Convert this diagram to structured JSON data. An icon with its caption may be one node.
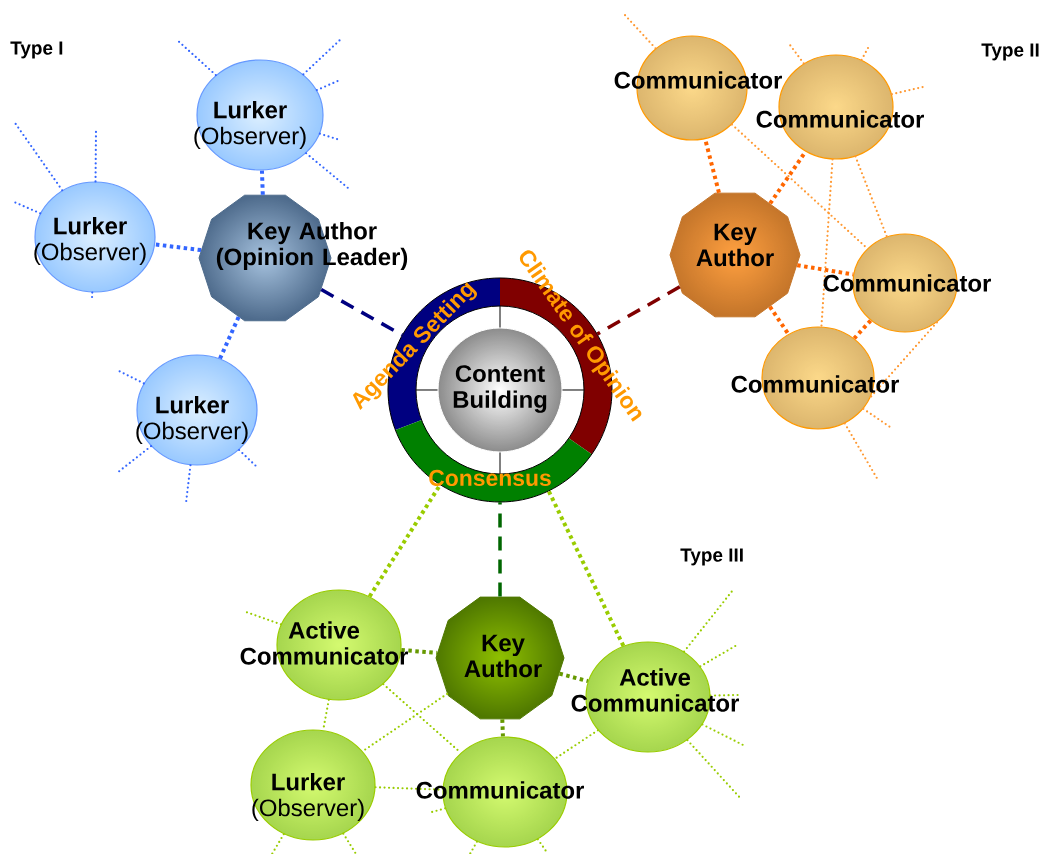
{
  "diagram": {
    "nodes": [
      {
        "text": [
          "Key Author (Opinion Leader)"
        ]
      },
      {
        "text": [
          "**Lurker** (Observer)"
        ]
      },
      {
        "text": [
          "**Lurker** (Observer)"
        ]
      },
      {
        "text": [
          "**Lurker** (Observer)"
        ]
      },
      {
        "text": [
          "Agenda Setting",
          "Climate of Opinion",
          "Consensus"
        ]
      },
      {
        "text": [
          "Content Building"
        ],
        "in": 4
      },
      {
        "text": [
          "Key Author"
        ]
      },
      {
        "text": [
          "Communicator"
        ]
      },
      {
        "text": [
          "Communicator"
        ]
      },
      {
        "text": [
          "Communicator"
        ]
      },
      {
        "text": [
          "Communicator"
        ]
      },
      {
        "text": [
          "Key Author"
        ]
      },
      {
        "text": [
          "Active Communicator"
        ]
      },
      {
        "text": [
          "Active Communicator"
        ]
      },
      {
        "text": [
          "**Lurker** (Observer)"
        ]
      },
      {
        "text": [
          "Communicator"
        ]
      }
    ],
    "edges": [
      {
        "from": 0,
        "to": 1,
        "arrow": "none",
        "style": "dashed",
        "color": "#3366ff"
      },
      {
        "from": 0,
        "to": 2,
        "arrow": "none",
        "style": "dashed",
        "color": "#3366ff"
      },
      {
        "from": 0,
        "to": 3,
        "arrow": "none",
        "style": "dashed",
        "color": "#3366ff"
      },
      {
        "from": 0,
        "to": 4,
        "arrow": "none",
        "style": "dashed",
        "color": "#000080"
      },
      {
        "from": 1,
        "to": null,
        "arrow": "none",
        "color": "#3366ff"
      },
      {
        "from": 1,
        "to": null,
        "arrow": "none",
        "color": "#3366ff"
      },
      {
        "from": 1,
        "to": null,
        "arrow": "none",
        "color": "#3366ff"
      },
      {
        "from": 1,
        "to": null,
        "arrow": "none",
        "color": "#3366ff"
      },
      {
        "from": 1,
        "to": null,
        "arrow": "none",
        "color": "#3366ff"
      },
      {
        "from": 2,
        "to": null,
        "arrow": "none",
        "color": "#3366ff"
      },
      {
        "from": 2,
        "to": null,
        "arrow": "none",
        "color": "#3366ff"
      },
      {
        "from": 2,
        "to": null,
        "arrow": "none",
        "color": "#3366ff"
      },
      {
        "from": 2,
        "to": null,
        "arrow": "none",
        "color": "#3366ff"
      },
      {
        "from": 3,
        "to": null,
        "arrow": "none",
        "color": "#3366ff"
      },
      {
        "from": 3,
        "to": null,
        "arrow": "none",
        "color": "#3366ff"
      },
      {
        "from": 3,
        "to": null,
        "arrow": "none",
        "color": "#3366ff"
      },
      {
        "from": 3,
        "to": null,
        "arrow": "none",
        "color": "#3366ff"
      },
      {
        "from": 6,
        "to": 4,
        "arrow": "none",
        "style": "dashed",
        "color": "#800000"
      },
      {
        "from": 6,
        "to": 7,
        "arrow": "none",
        "style": "dashed",
        "color": "#ff6600"
      },
      {
        "from": 6,
        "to": 8,
        "arrow": "none",
        "style": "dashed",
        "color": "#ff6600"
      },
      {
        "from": 6,
        "to": 9,
        "arrow": "none",
        "style": "dashed",
        "color": "#ff6600"
      },
      {
        "from": 6,
        "to": 10,
        "arrow": "none",
        "style": "dashed",
        "color": "#ff6600"
      },
      {
        "from": 9,
        "to": 10,
        "arrow": "none",
        "style": "dashed",
        "color": "#ff6600"
      },
      {
        "from": 7,
        "to": 9,
        "arrow": "none",
        "color": "#ff9933"
      },
      {
        "from": 8,
        "to": 9,
        "arrow": "none",
        "color": "#ff9933"
      },
      {
        "from": 8,
        "to": 10,
        "arrow": "none",
        "color": "#ff9933"
      },
      {
        "from": 9,
        "to": 10,
        "arrow": "none",
        "color": "#ff9933"
      },
      {
        "from": 7,
        "to": null,
        "arrow": "none",
        "color": "#ff9933"
      },
      {
        "from": 8,
        "to": null,
        "arrow": "none",
        "color": "#ff9933"
      },
      {
        "from": 8,
        "to": null,
        "arrow": "none",
        "color": "#ff9933"
      },
      {
        "from": 8,
        "to": null,
        "arrow": "none",
        "color": "#ff9933"
      },
      {
        "from": 10,
        "to": null,
        "arrow": "none",
        "color": "#ff9933"
      },
      {
        "from": 10,
        "to": null,
        "arrow": "none",
        "color": "#ff9933"
      },
      {
        "from": 11,
        "to": 4,
        "arrow": "none",
        "style": "dashed",
        "color": "#006600"
      },
      {
        "from": 12,
        "to": 4,
        "arrow": "none",
        "style": "dashed",
        "color": "#99cc00"
      },
      {
        "from": 13,
        "to": 4,
        "arrow": "none",
        "style": "dashed",
        "color": "#99cc00"
      },
      {
        "from": 12,
        "to": 11,
        "arrow": "none",
        "style": "dashed",
        "color": "#669900"
      },
      {
        "from": 11,
        "to": 13,
        "arrow": "none",
        "style": "dashed",
        "color": "#669900"
      },
      {
        "from": 11,
        "to": 15,
        "arrow": "none",
        "style": "dashed",
        "color": "#669900"
      },
      {
        "from": 12,
        "to": 15,
        "arrow": "none",
        "color": "#99cc00"
      },
      {
        "from": 11,
        "to": 14,
        "arrow": "none",
        "color": "#99cc00"
      },
      {
        "from": 12,
        "to": 14,
        "arrow": "none",
        "color": "#99cc00"
      },
      {
        "from": 14,
        "to": 15,
        "arrow": "none",
        "color": "#99cc00"
      },
      {
        "from": 13,
        "to": 15,
        "arrow": "none",
        "color": "#99cc00"
      },
      {
        "from": 12,
        "to": null,
        "arrow": "none",
        "color": "#99cc00"
      },
      {
        "from": 13,
        "to": null,
        "arrow": "none",
        "color": "#99cc00"
      },
      {
        "from": 13,
        "to": null,
        "arrow": "none",
        "color": "#99cc00"
      },
      {
        "from": 13,
        "to": null,
        "arrow": "none",
        "color": "#99cc00"
      },
      {
        "from": 13,
        "to": null,
        "arrow": "none",
        "color": "#99cc00"
      },
      {
        "from": 13,
        "to": null,
        "arrow": "none",
        "color": "#99cc00"
      },
      {
        "from": 14,
        "to": null,
        "arrow": "none",
        "color": "#99cc00"
      },
      {
        "from": 14,
        "to": null,
        "arrow": "none",
        "color": "#99cc00"
      },
      {
        "from": 15,
        "to": null,
        "arrow": "none",
        "color": "#99cc00"
      },
      {
        "from": 15,
        "to": null,
        "arrow": "none",
        "color": "#99cc00"
      },
      {
        "from": 15,
        "to": null,
        "arrow": "none",
        "color": "#99cc00"
      }
    ],
    "labels": [
      "Type I",
      "Type II",
      "Type III"
    ]
  }
}
